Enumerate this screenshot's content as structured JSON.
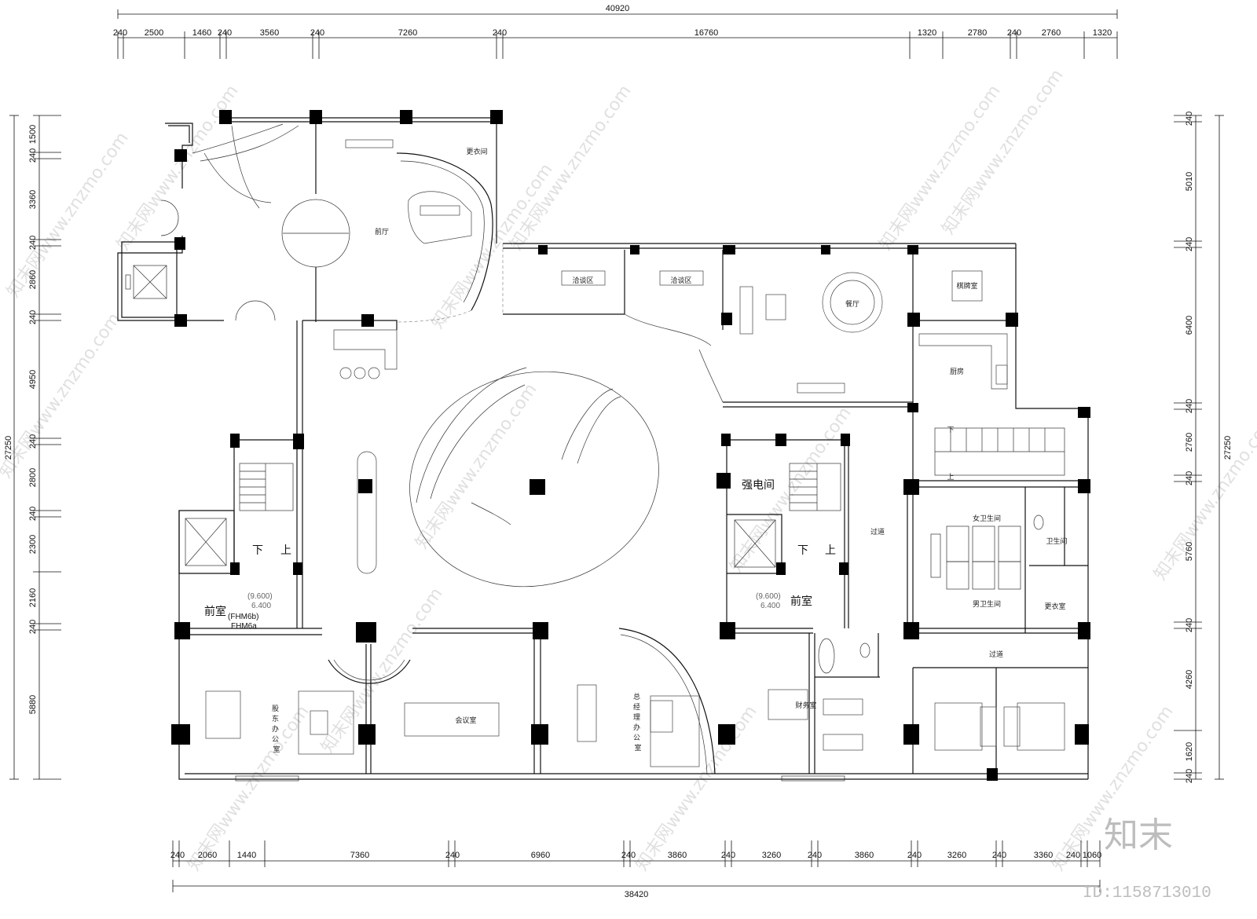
{
  "dimensions": {
    "top_total": "40920",
    "top_segments": [
      "240",
      "2500",
      "1460",
      "240",
      "3560",
      "240",
      "7260",
      "240",
      "16760",
      "1320",
      "2780",
      "240",
      "2760",
      "1320"
    ],
    "bottom_total": "38420",
    "bottom_segments": [
      "240",
      "2060",
      "1440",
      "7360",
      "240",
      "6960",
      "240",
      "3860",
      "240",
      "3260",
      "240",
      "3860",
      "240",
      "3260",
      "240",
      "3360",
      "240",
      "1060"
    ],
    "left_total": "27250",
    "left_segments": [
      "1500",
      "240",
      "3360",
      "240",
      "2860",
      "240",
      "4950",
      "240",
      "2800",
      "240",
      "2300",
      "2160",
      "240",
      "5880"
    ],
    "right_total": "27250",
    "right_segments": [
      "240",
      "5010",
      "240",
      "6400",
      "240",
      "2760",
      "240",
      "5760",
      "240",
      "4260",
      "1620",
      "240"
    ]
  },
  "rooms": {
    "lobby": "前厅",
    "cloakroom": "更衣间",
    "talk_area_1": "洽谈区",
    "talk_area_2": "洽谈区",
    "dining": "餐厅",
    "chess_room": "棋牌室",
    "kitchen": "厨房",
    "electric_room": "强电间",
    "anteroom_left": "前室",
    "anteroom_right": "前室",
    "corridor_1": "过道",
    "corridor_2": "过道",
    "women_wc": "女卫生间",
    "men_wc": "男卫生间",
    "wc": "卫生间",
    "locker_room": "更衣室",
    "shareholder_office": "股东办公室",
    "meeting_room": "会议室",
    "gm_office": "总经理办公室",
    "finance_room": "财务室"
  },
  "stairs": {
    "down": "下",
    "up": "上"
  },
  "elevations": {
    "left_upper": "(9.600)",
    "left_lower": "6.400",
    "right_upper": "(9.600)",
    "right_lower": "6.400"
  },
  "door_codes": {
    "code_b": "(FHM6b)",
    "code_a": "FHM6a"
  },
  "watermark": {
    "site": "知末网www.znzmo.com",
    "brand": "知末",
    "image_id": "ID:1158713010"
  }
}
